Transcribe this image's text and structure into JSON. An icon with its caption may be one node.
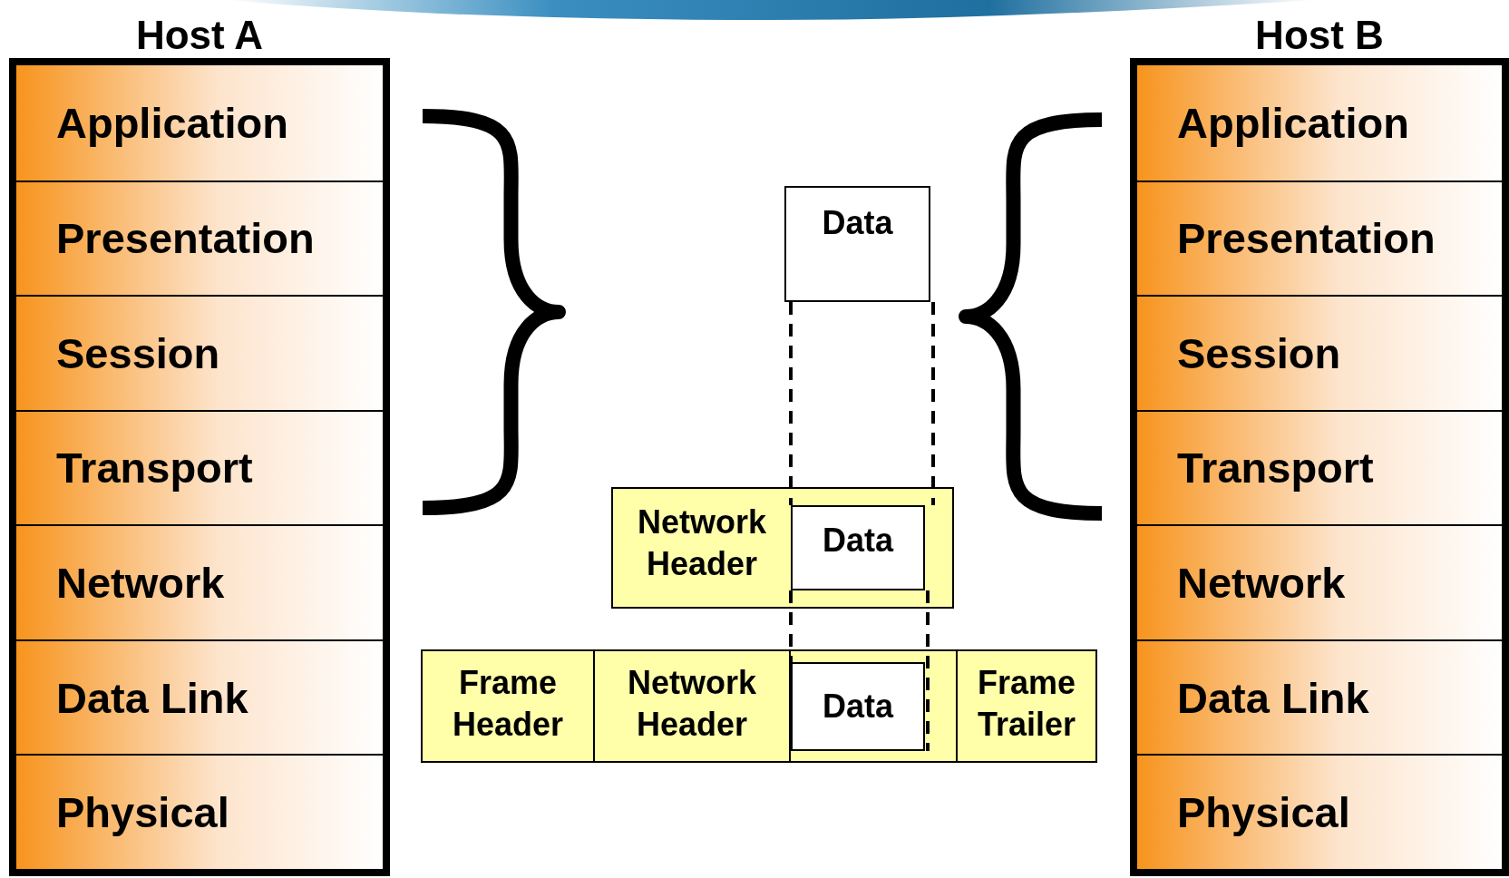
{
  "diagram": {
    "nodes": [
      {
        "text": [
          "Host A"
        ]
      },
      {
        "text": [
          "Application"
        ],
        "in": 0
      },
      {
        "text": [
          "Presentation"
        ],
        "in": 0
      },
      {
        "text": [
          "Session"
        ],
        "in": 0
      },
      {
        "text": [
          "Transport"
        ],
        "in": 0
      },
      {
        "text": [
          "Network"
        ],
        "in": 0
      },
      {
        "text": [
          "Data Link"
        ],
        "in": 0
      },
      {
        "text": [
          "Physical"
        ],
        "in": 0
      },
      {
        "text": [
          "Host B"
        ]
      },
      {
        "text": [
          "Application"
        ],
        "in": 8
      },
      {
        "text": [
          "Presentation"
        ],
        "in": 8
      },
      {
        "text": [
          "Session"
        ],
        "in": 8
      },
      {
        "text": [
          "Transport"
        ],
        "in": 8
      },
      {
        "text": [
          "Network"
        ],
        "in": 8
      },
      {
        "text": [
          "Data Link"
        ],
        "in": 8
      },
      {
        "text": [
          "Physical"
        ],
        "in": 8
      },
      {
        "text": [
          "Data"
        ]
      },
      {
        "text": [
          "Network Header"
        ]
      },
      {
        "text": [
          "Data"
        ],
        "in": 17
      },
      {
        "text": [],
        "shape": "box"
      },
      {
        "text": [
          "Frame Header"
        ],
        "in": 19
      },
      {
        "text": [
          "Network Header"
        ],
        "in": 19
      },
      {
        "text": [
          "Data"
        ],
        "in": 19
      },
      {
        "text": [
          "Frame Trailer"
        ],
        "in": 19
      }
    ],
    "edges": [
      {
        "from": 16,
        "to": 18,
        "arrow": "none",
        "style": "dashed"
      },
      {
        "from": 18,
        "to": 22,
        "arrow": "none",
        "style": "dashed"
      }
    ]
  }
}
